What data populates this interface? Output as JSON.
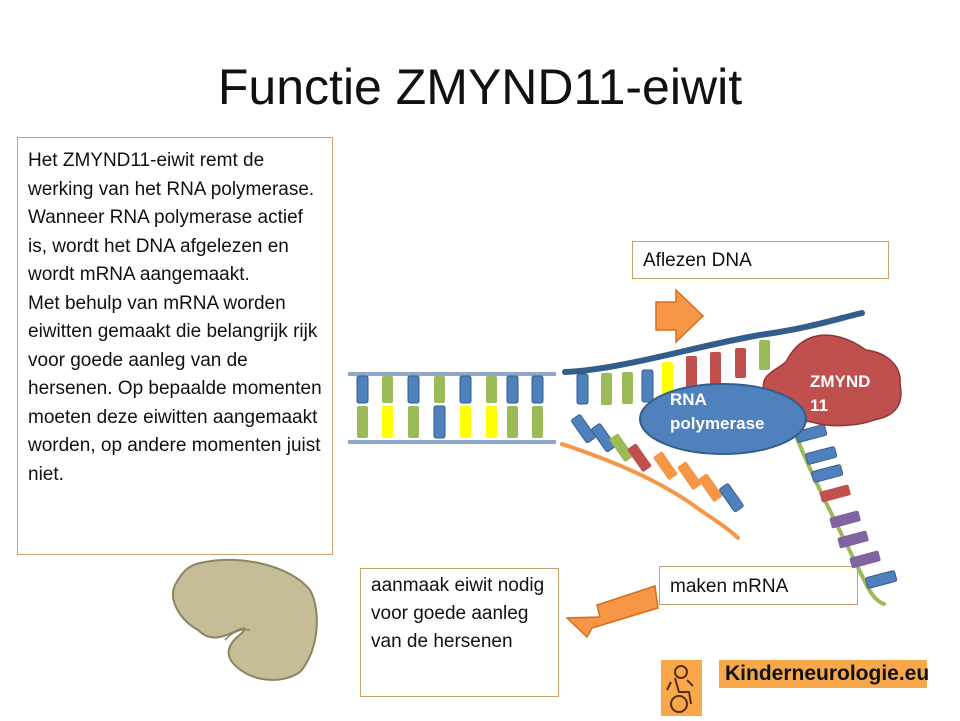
{
  "title": "Functie ZMYND11-eiwit",
  "description": [
    "Het ZMYND11-eiwit remt de werking van het RNA polymerase. Wanneer RNA polymerase actief is, wordt het DNA afgelezen en wordt mRNA aangemaakt.",
    "Met behulp van mRNA worden eiwitten gemaakt die belangrijk rijk voor goede aanleg van de hersenen. Op bepaalde momenten moeten deze eiwitten aangemaakt worden, op andere momenten juist  niet."
  ],
  "labels": {
    "aflezen": "Aflezen DNA",
    "maken": "maken mRNA",
    "aanmaak": "aanmaak eiwit nodig voor goede aanleg van de hersenen",
    "rna_polymerase": "RNA polymerase",
    "zmynd11": "ZMYND 11"
  },
  "brand": {
    "name": "Kinderneurologie.eu",
    "logo_icon": "child-wheelchair-logo-icon"
  },
  "colors": {
    "orange": "#f79646",
    "blue": "#4f81bd",
    "darkblue": "#335d8c",
    "green": "#9bbb59",
    "yellow": "#ffff00",
    "red": "#c0504d",
    "purple": "#8064a2",
    "protein": "#c4bd97",
    "box_border": "#c9a070"
  }
}
